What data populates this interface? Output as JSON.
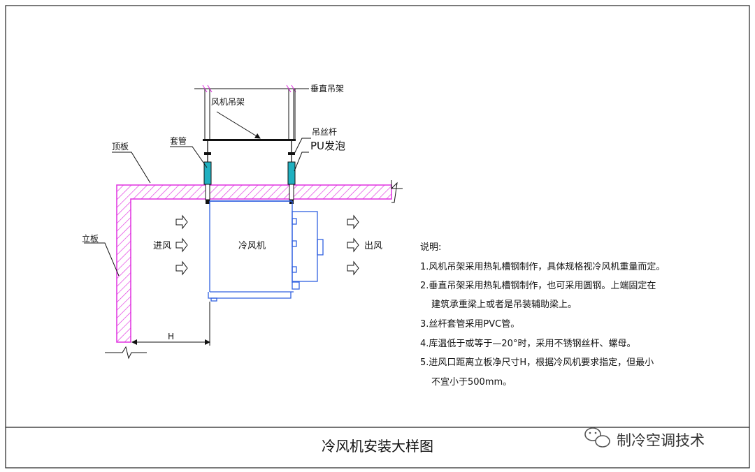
{
  "title": "冷风机安装大样图",
  "watermark": "制冷空调技术",
  "labels": {
    "vertical_hanger": "垂直吊架",
    "fan_hanger": "风机吊架",
    "rod": "吊丝杆",
    "pu_foam": "PU发泡",
    "sleeve": "套管",
    "ceiling_panel": "顶板",
    "wall_panel": "立板",
    "inlet": "进风",
    "unit": "冷风机",
    "outlet": "出风",
    "dimension_h": "H"
  },
  "notes": {
    "heading": "说明:",
    "line1": "1.风机吊架采用热轧槽钢制作，具体规格视冷风机重量而定。",
    "line2": "2.垂直吊架采用热轧槽钢制作，也可采用圆钢。上端固定在",
    "line2b": "建筑承重梁上或者是吊装辅助梁上。",
    "line3": "3.丝杆套管采用PVC管。",
    "line4": "4.库温低于或等于—20°时，采用不锈钢丝杆、螺母。",
    "line5": "5.进风口距离立板净尺寸H，根据冷风机要求指定，但最小",
    "line5b": "不宜小于500mm。"
  },
  "colors": {
    "insulation": "#e030e0",
    "unit": "#3060e0",
    "foam": "#20b0c0",
    "line": "#111111"
  }
}
